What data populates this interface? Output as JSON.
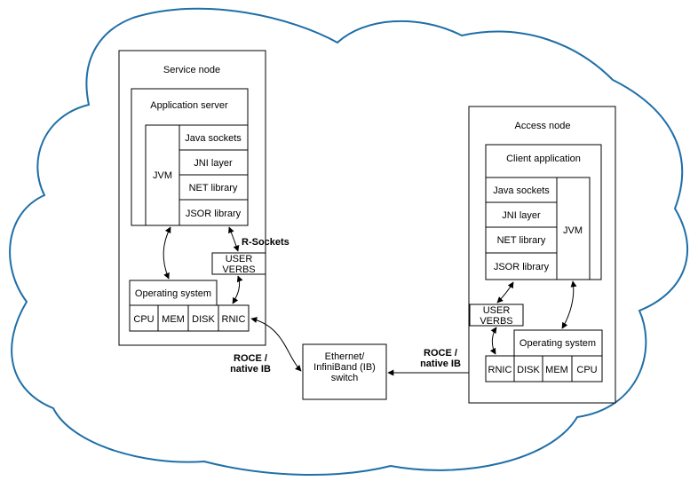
{
  "colors": {
    "cloud_stroke": "#1f6fa8",
    "line": "#000000",
    "background": "#ffffff"
  },
  "service_node": {
    "title": "Service node",
    "application_server": "Application server",
    "jvm": "JVM",
    "layers": [
      "Java sockets",
      "JNI layer",
      "NET library",
      "JSOR library"
    ],
    "user_verbs": "USER\nVERBS",
    "operating_system": "Operating system",
    "hardware": [
      "CPU",
      "MEM",
      "DISK",
      "RNIC"
    ],
    "r_sockets": "R-Sockets"
  },
  "access_node": {
    "title": "Access node",
    "client_application": "Client application",
    "jvm": "JVM",
    "layers": [
      "Java sockets",
      "JNI layer",
      "NET library",
      "JSOR library"
    ],
    "user_verbs": "USER\nVERBS",
    "operating_system": "Operating system",
    "hardware": [
      "RNIC",
      "DISK",
      "MEM",
      "CPU"
    ]
  },
  "switch": {
    "label": "Ethernet/\nInfiniBand (IB)\nswitch"
  },
  "link_left": "ROCE /\nnative IB",
  "link_right": "ROCE /\nnative IB"
}
